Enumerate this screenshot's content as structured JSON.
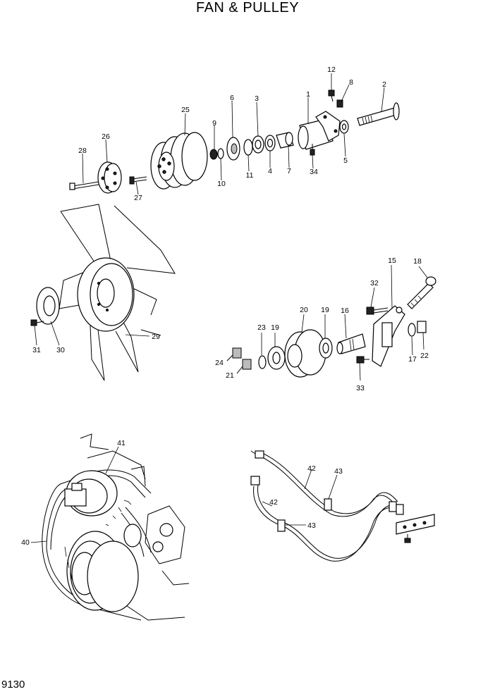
{
  "title": "FAN & PULLEY",
  "page_number": "9130",
  "callouts": {
    "c1": "1",
    "c2": "2",
    "c3": "3",
    "c4": "4",
    "c5": "5",
    "c6": "6",
    "c7": "7",
    "c8": "8",
    "c9": "9",
    "c10": "10",
    "c11": "11",
    "c12": "12",
    "c15": "15",
    "c16": "16",
    "c17": "17",
    "c18": "18",
    "c19a": "19",
    "c19b": "19",
    "c20": "20",
    "c21": "21",
    "c22": "22",
    "c23": "23",
    "c24": "24",
    "c25": "25",
    "c26": "26",
    "c27": "27",
    "c28": "28",
    "c29": "29",
    "c30": "30",
    "c31": "31",
    "c32": "32",
    "c33": "33",
    "c34": "34",
    "c40": "40",
    "c41": "41",
    "c42a": "42",
    "c42b": "42",
    "c43a": "43",
    "c43b": "43"
  }
}
